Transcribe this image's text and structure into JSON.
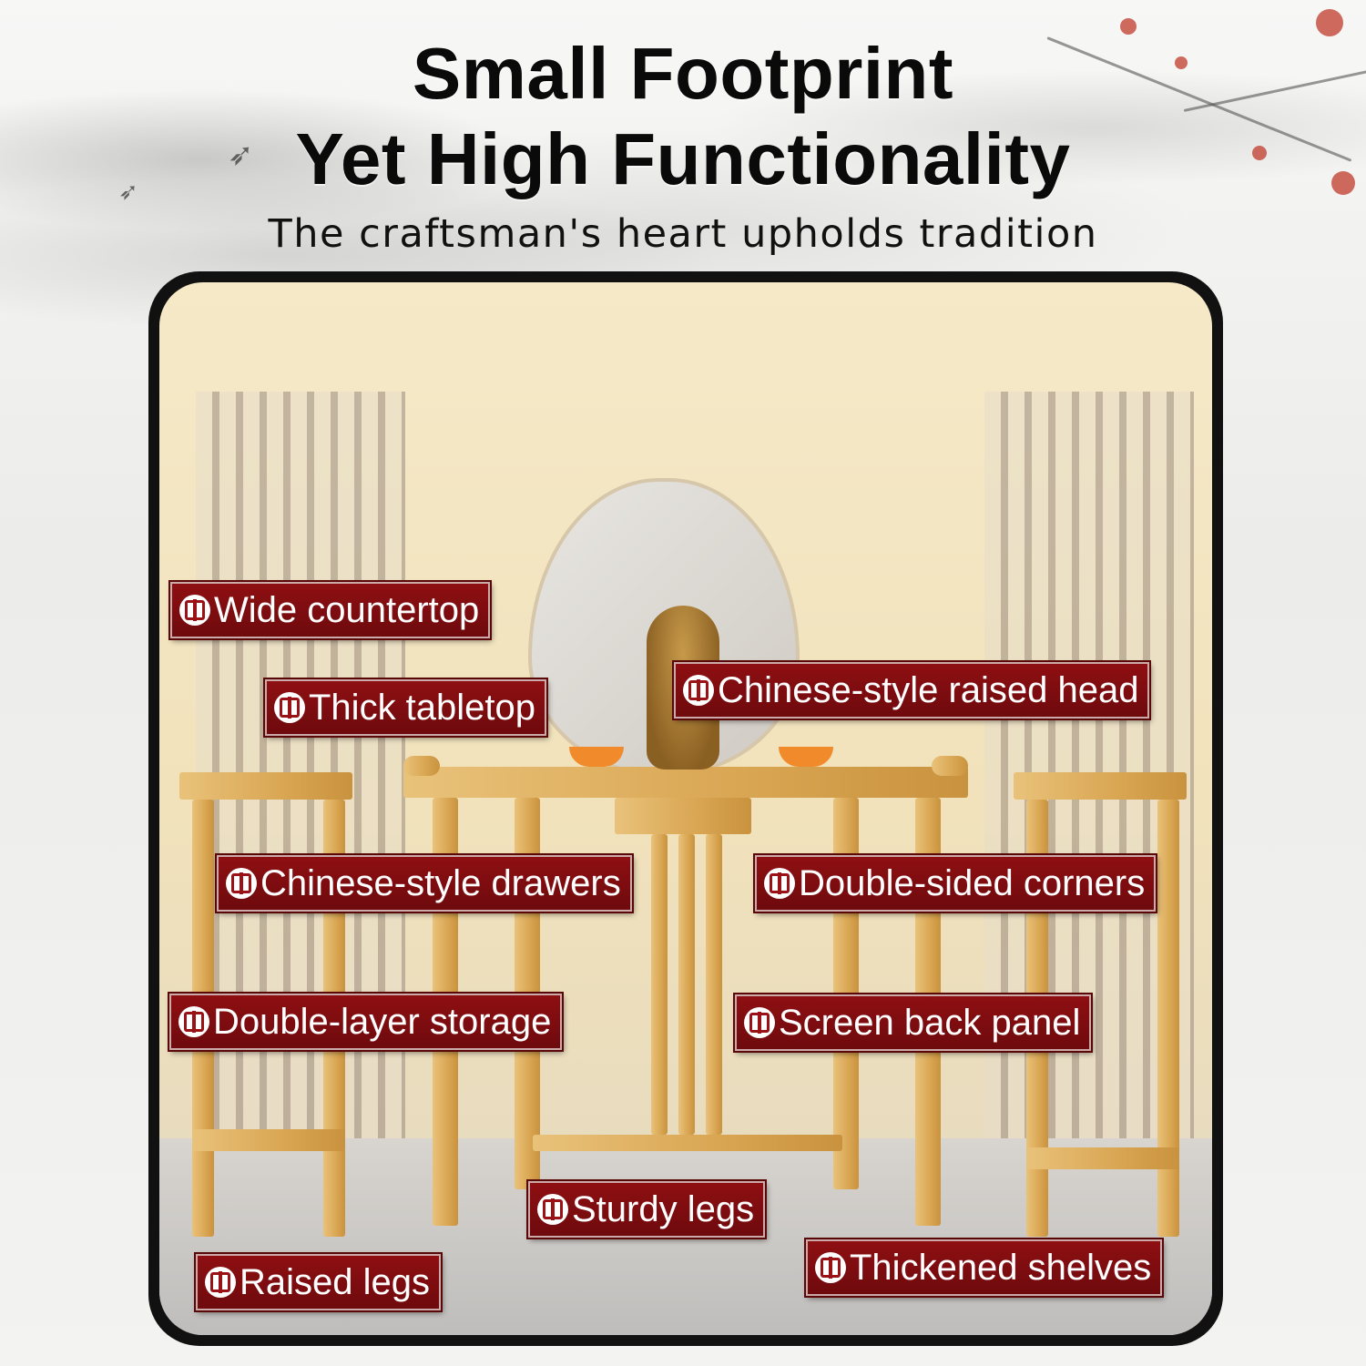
{
  "header": {
    "title_line1": "Small Footprint",
    "title_line2": "Yet High Functionality",
    "subtitle": "The craftsman's heart upholds tradition"
  },
  "labels": [
    {
      "id": "wide-countertop",
      "text": "Wide countertop"
    },
    {
      "id": "thick-tabletop",
      "text": "Thick tabletop"
    },
    {
      "id": "chinese-style-raised-head",
      "text": "Chinese-style raised head"
    },
    {
      "id": "chinese-style-drawers",
      "text": "Chinese-style drawers"
    },
    {
      "id": "double-sided-corners",
      "text": "Double-sided corners"
    },
    {
      "id": "double-layer-storage",
      "text": "Double-layer storage"
    },
    {
      "id": "screen-back-panel",
      "text": "Screen back panel"
    },
    {
      "id": "sturdy-legs",
      "text": "Sturdy legs"
    },
    {
      "id": "raised-legs",
      "text": "Raised legs"
    },
    {
      "id": "thickened-shelves",
      "text": "Thickened shelves"
    }
  ],
  "colors": {
    "label_background": "#8e0f12",
    "label_text": "#ffffff",
    "title_text": "#0a0a0a",
    "frame_border": "#111111"
  },
  "icons": {
    "label_emblem": "chinese-shou-emblem-icon"
  }
}
